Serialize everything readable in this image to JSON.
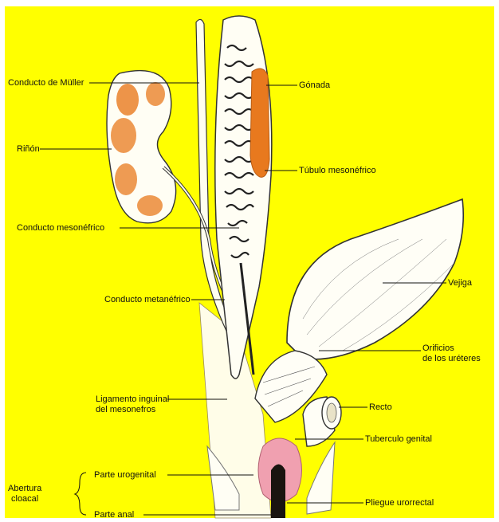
{
  "labels": {
    "conducto_muller": "Conducto de Müller",
    "rinon": "Riñón",
    "conducto_mesonefrico": "Conducto mesonéfrico",
    "conducto_metanefrico": "Conducto metanéfrico",
    "ligamento_line1": "Ligamento inguinal",
    "ligamento_line2": "del mesonefros",
    "abertura_line1": "Abertura",
    "abertura_line2": "cloacal",
    "parte_urogenital": "Parte urogenital",
    "parte_anal": "Parte anal",
    "gonada": "Gónada",
    "tubulo_mesonefrico": "Túbulo mesonéfrico",
    "vejiga": "Vejiga",
    "orificios_line1": "Orificios",
    "orificios_line2": "de los uréteres",
    "recto": "Recto",
    "tuberculo_genital": "Tuberculo genital",
    "pliegue_urorrectal": "Pliegue urorrectal"
  },
  "colors": {
    "background": "#ffff00",
    "orange": "#e8791e",
    "pink": "#f0a0b0",
    "ink": "#2a1a10"
  }
}
